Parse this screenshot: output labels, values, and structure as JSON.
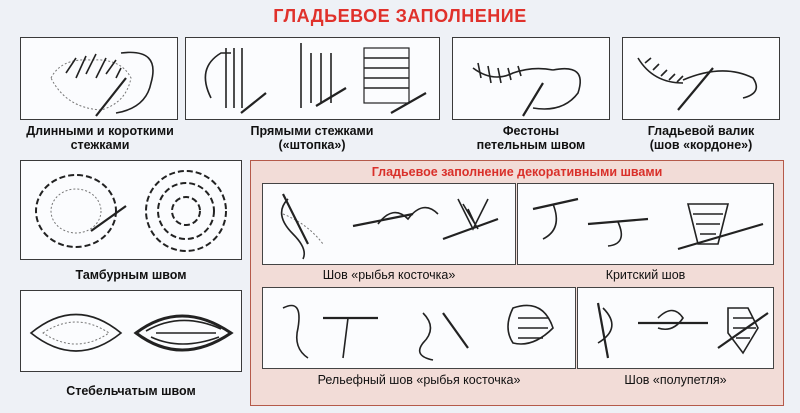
{
  "title": "ГЛАДЬЕВОЕ ЗАПОЛНЕНИЕ",
  "top_row": [
    {
      "caption": "Длинными и короткими\nстежками"
    },
    {
      "caption": "Прямыми стежками\n(«штопка»)"
    },
    {
      "caption": "Фестоны\nпетельным швом"
    },
    {
      "caption": "Гладьевой валик\n(шов «кордоне»)"
    }
  ],
  "left_col": [
    {
      "caption": "Тамбурным швом"
    },
    {
      "caption": "Стебельчатым швом"
    }
  ],
  "decorative": {
    "title": "Гладьевое заполнение декоративными швами",
    "items": [
      {
        "caption": "Шов «рыбья косточка»"
      },
      {
        "caption": "Критский шов"
      },
      {
        "caption": "Рельефный шов «рыбья косточка»"
      },
      {
        "caption": "Шов «полупетля»"
      }
    ]
  }
}
